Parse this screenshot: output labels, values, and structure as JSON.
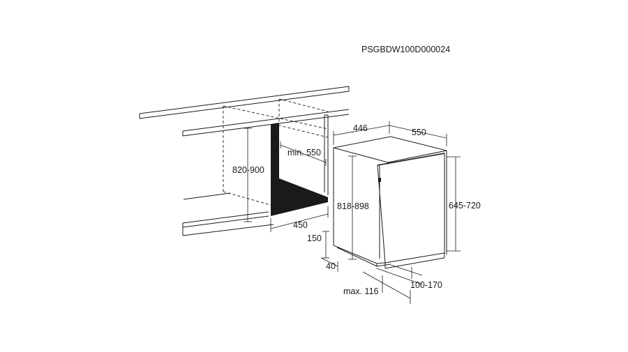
{
  "diagram": {
    "code": "PSGBDW100D000024",
    "labels": {
      "niche_height": "820-900",
      "min_depth": "min. 550",
      "niche_width": "450",
      "appliance_width": "446",
      "appliance_depth": "550",
      "appliance_height": "818-898",
      "door_height": "645-720",
      "plinth_height": "150",
      "plinth_offset": "40",
      "kick_range": "100-170",
      "max_plinth": "max. 116"
    }
  }
}
